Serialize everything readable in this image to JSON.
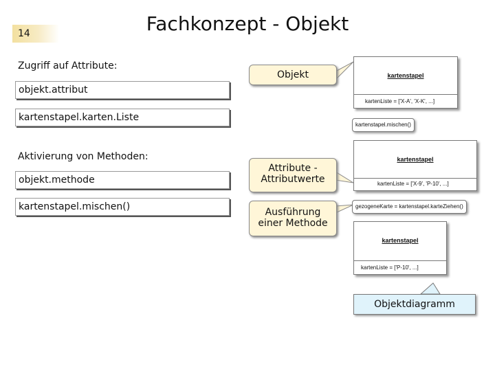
{
  "slide": {
    "number": "14",
    "title": "Fachkonzept - Objekt"
  },
  "left": {
    "attributes_heading": "Zugriff auf Attribute:",
    "attr_syntax": "objekt.attribut",
    "attr_example": "kartenstapel.karten.Liste",
    "methods_heading": "Aktivierung von Methoden:",
    "method_syntax": "objekt.methode",
    "method_example": "kartenstapel.mischen()"
  },
  "callouts": {
    "objekt": "Objekt",
    "attribute_line1": "Attribute  -",
    "attribute_line2": "Attributwerte",
    "method_line1": "Ausführung",
    "method_line2": "einer Methode",
    "diagram": "Objektdiagramm"
  },
  "diagram": {
    "object1": {
      "name": "kartenstapel",
      "attribute": "kartenListe  =  ['X-A', 'X-K', ...]"
    },
    "message1": "kartenstapel.mischen()",
    "object2": {
      "name": "kartenstapel",
      "attribute": "kartenListe  =  ['X-9', 'P-10', ...]"
    },
    "message2": "gezogeneKarte = kartenstapel.karteZiehen()",
    "object3": {
      "name": "kartenstapel",
      "attribute": "kartenListe  =  ['P-10', ...]"
    }
  },
  "colors": {
    "callout_fill": "#fff6d8",
    "diagram_label_fill": "#e0f3fb",
    "slide_number_fill": "#f3e0a0"
  }
}
